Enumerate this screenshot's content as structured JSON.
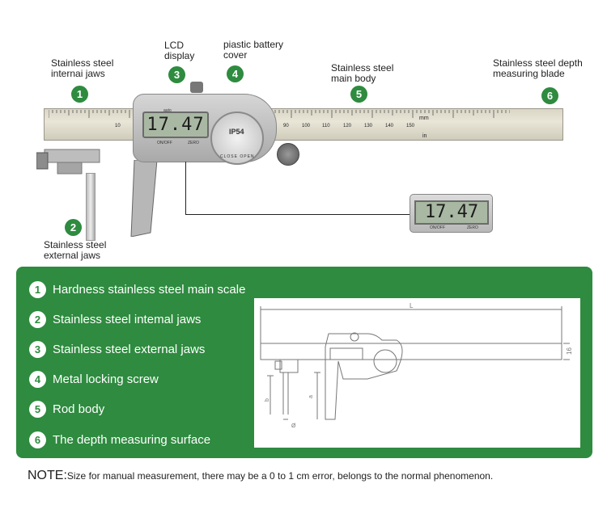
{
  "callouts": [
    {
      "num": "1",
      "label": "Stainless steel\ninternai jaws"
    },
    {
      "num": "2",
      "label": "Stainless steel\nexternal jaws"
    },
    {
      "num": "3",
      "label": "LCD\ndisplay"
    },
    {
      "num": "4",
      "label": "piastic battery\ncover"
    },
    {
      "num": "5",
      "label": "Stainless steel\nmain body"
    },
    {
      "num": "6",
      "label": "Stainless steel depth\nmeasuring blade"
    }
  ],
  "caliper": {
    "lcd_reading": "17.47",
    "zoom_lcd_reading": "17.47",
    "lcd_top_label": "auto",
    "onoff_label": "ON/OFF",
    "zero_label": "ZERO",
    "battery_label": "IP54",
    "battery_sub": "CLOSE  OPEN",
    "unit_mm": "mm",
    "unit_in": "in",
    "scale_numbers": [
      "10",
      "90",
      "100",
      "110",
      "120",
      "130",
      "140",
      "150"
    ]
  },
  "features": [
    {
      "num": "1",
      "text": "Hardness stainless steel main scale"
    },
    {
      "num": "2",
      "text": "Stainless steel intemal jaws"
    },
    {
      "num": "3",
      "text": "Stainless steel external jaws"
    },
    {
      "num": "4",
      "text": "Metal locking screw"
    },
    {
      "num": "5",
      "text": "Rod body"
    },
    {
      "num": "6",
      "text": "The depth measuring surface"
    }
  ],
  "drawing": {
    "dim_L": "L",
    "dim_16": "16",
    "dim_a": "a",
    "dim_b": "b",
    "dim_phi": "Ø"
  },
  "note": {
    "label": "NOTE:",
    "text": "Size for manual measurement, there may be a 0 to 1 cm error, belongs to the normal phenomenon."
  }
}
